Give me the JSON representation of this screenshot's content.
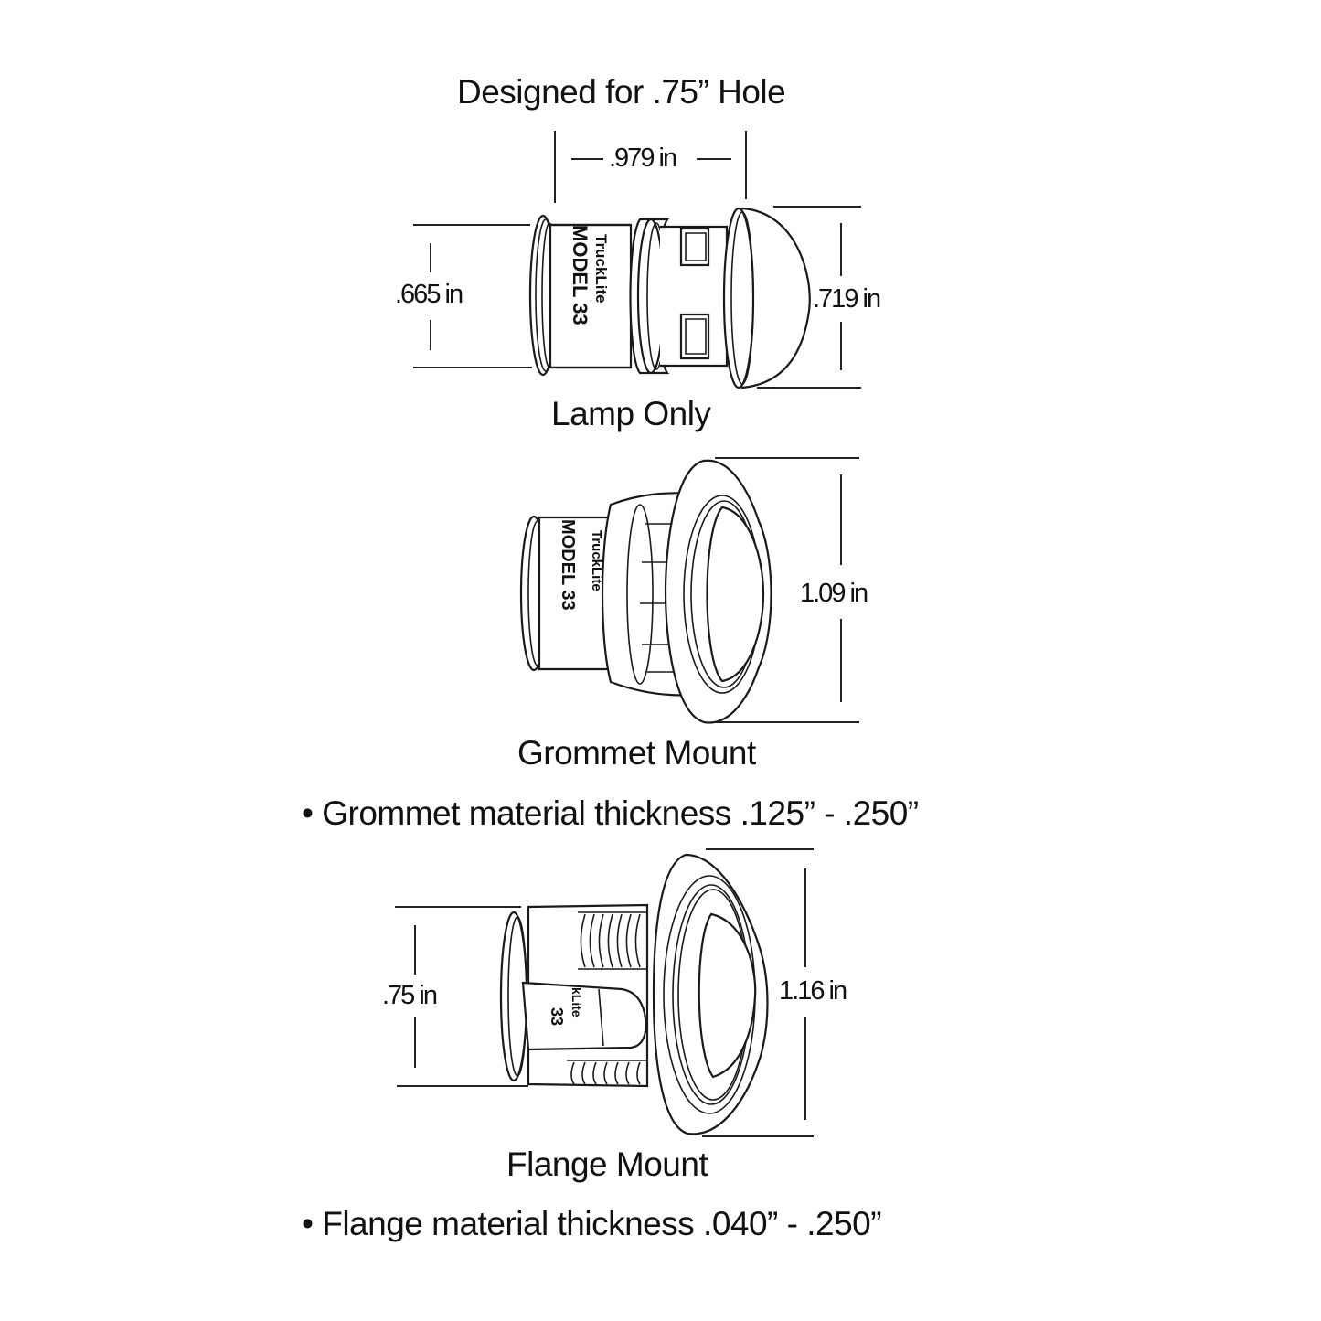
{
  "header": {
    "title": "Designed for .75” Hole"
  },
  "lamp_only": {
    "caption": "Lamp Only",
    "length_dim": ".979 in",
    "body_dim": ".665 in",
    "lens_dim": ".719 in",
    "body_marking_brand": "TruckLite",
    "body_marking_model": "MODEL 33"
  },
  "grommet_mount": {
    "caption": "Grommet Mount",
    "height_dim": "1.09 in",
    "note": "• Grommet material thickness .125” - .250”"
  },
  "flange_mount": {
    "caption": "Flange Mount",
    "body_dim": ".75 in",
    "height_dim": "1.16 in",
    "note": "• Flange material thickness .040” - .250”"
  },
  "colors": {
    "line": "#1a1a1a",
    "background": "#ffffff"
  }
}
